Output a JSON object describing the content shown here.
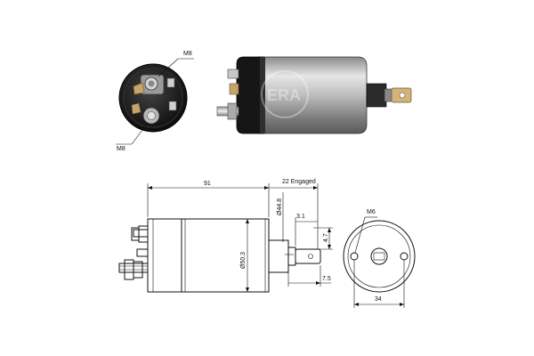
{
  "photos": {
    "front_label_top": "M8",
    "front_label_bottom": "M8",
    "watermark": "ERA"
  },
  "drawing": {
    "length_overall": "91",
    "engaged": "22 Engaged",
    "dia_small": "Ø44.8",
    "dia_body": "Ø50.3",
    "dim_3_1": "3.1",
    "dim_4_7": "4.7",
    "dim_7_5": "7.5",
    "end_thread": "M6",
    "end_width": "34"
  },
  "colors": {
    "body_metal": "#b9b9b9",
    "cap_black": "#1a1a1a",
    "copper": "#c9a46a"
  }
}
